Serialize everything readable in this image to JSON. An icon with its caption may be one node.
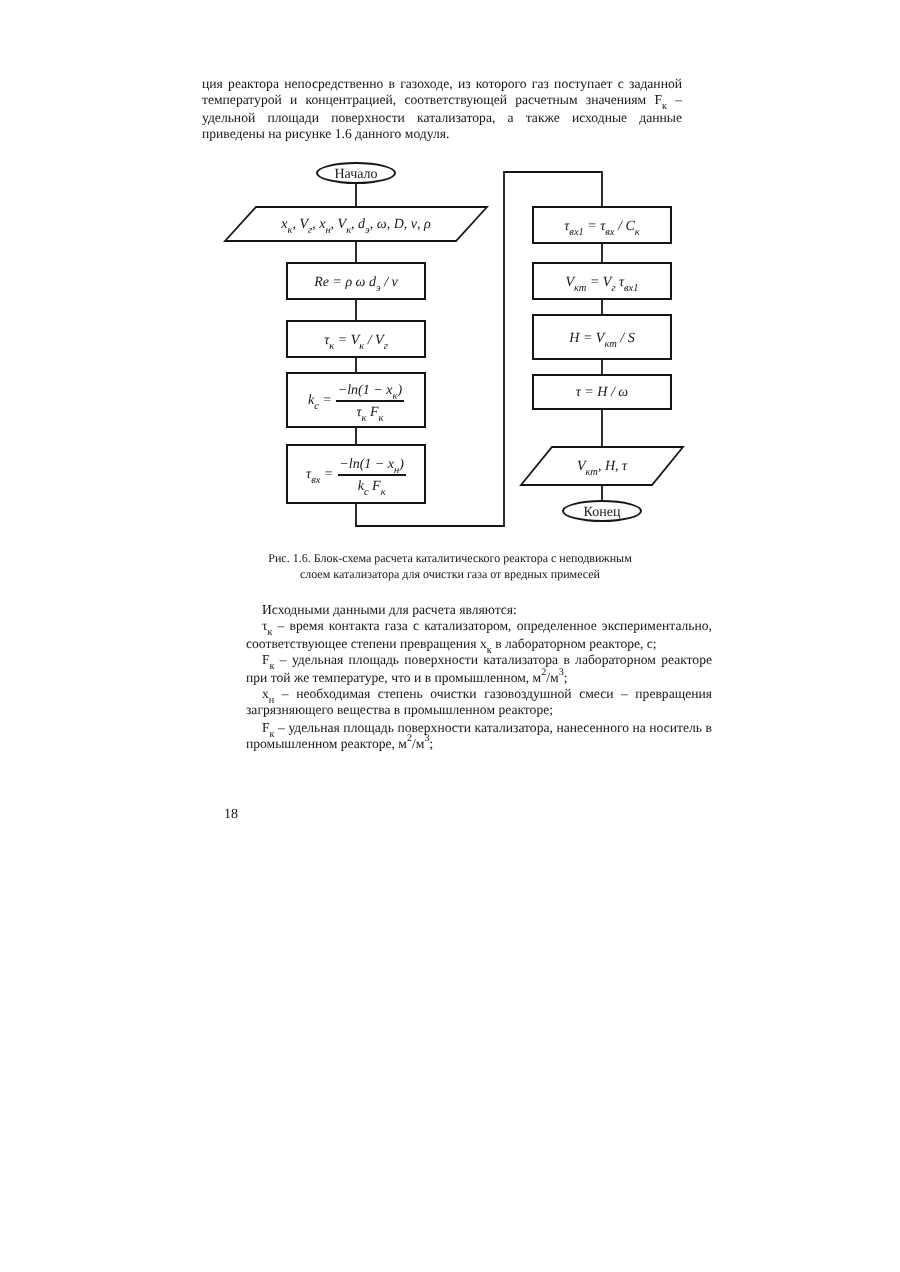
{
  "diagram": {
    "nodes": [
      {
        "text": [
          "Начало"
        ]
      },
      {
        "text": [
          "x$_{к}$, V$_{г}$, x$_{н}$, V$_{к}$, d$_{э}$, ω, D, ν, ρ"
        ]
      },
      {
        "text": [
          "Re = ρ ω d$_{э}$ / ν"
        ]
      },
      {
        "text": [
          "τ$_{к}$ = V$_{к}$ / V$_{г}$"
        ]
      },
      {
        "text": [
          "k$_{с}$ =",
          "−ln(1 − x$_{к}$)",
          "τ$_{к}$ F$_{к}$"
        ]
      },
      {
        "text": [
          "τ$_{вх}$ =",
          "−ln(1 − x$_{н}$)",
          "k$_{с}$ F$_{к}$"
        ]
      },
      {
        "text": [
          "τ$_{вх1}$ = τ$_{вх}$ / C$_{к}$"
        ]
      },
      {
        "text": [
          "V$_{кт}$ = V$_{г}$ τ$_{вх1}$"
        ]
      },
      {
        "text": [
          "H = V$_{кт}$ / S"
        ]
      },
      {
        "text": [
          "τ = H / ω"
        ]
      },
      {
        "text": [
          "V$_{кт}$, H, τ"
        ]
      },
      {
        "text": [
          "Конец"
        ]
      }
    ],
    "edges": [
      {
        "from": 0,
        "to": 1,
        "arrow": "none"
      },
      {
        "from": 1,
        "to": 2,
        "arrow": "none"
      },
      {
        "from": 2,
        "to": 3,
        "arrow": "none"
      },
      {
        "from": 3,
        "to": 4,
        "arrow": "none"
      },
      {
        "from": 4,
        "to": 5,
        "arrow": "none"
      },
      {
        "from": 5,
        "to": 6,
        "arrow": "none"
      },
      {
        "from": 6,
        "to": 7,
        "arrow": "none"
      },
      {
        "from": 7,
        "to": 8,
        "arrow": "none"
      },
      {
        "from": 8,
        "to": 9,
        "arrow": "none"
      },
      {
        "from": 9,
        "to": 10,
        "arrow": "none"
      },
      {
        "from": 10,
        "to": 11,
        "arrow": "none"
      }
    ],
    "labels": [
      "ция реактора непосредственно в газоходе, из которого газ поступает с заданной температурой и концентрацией, соответствующей расчетным значениям F$_{к}$ – удельной площади поверхности катализатора, а также исходные данные приведены на рисунке 1.6 данного модуля.",
      "Исходными данными для расчета являются:",
      "τ$_{к}$ – время контакта газа с катализатором, определенное экспериментально, соответствующее степени превращения x$_{к}$ в лабораторном реакторе, с;",
      "F$_{к}$ – удельная площадь поверхности катализатора в лабораторном реакторе при той же температуре, что и в промышленном, м$^{2}$/м$^{3}$;",
      "x$_{н}$ – необходимая степень очистки газовоздушной смеси – превращения загрязняющего вещества в промышленном реакторе;",
      "F$_{к}$ – удельная площадь поверхности катализатора, нанесенного на носитель в промышленном реакторе, м$^{2}$/м$^{3}$;",
      "18"
    ],
    "caption": "Рис. 1.6. Блок-схема расчета каталитического реактора с неподвижным слоем катализатора для очистки газа от вредных примесей"
  }
}
